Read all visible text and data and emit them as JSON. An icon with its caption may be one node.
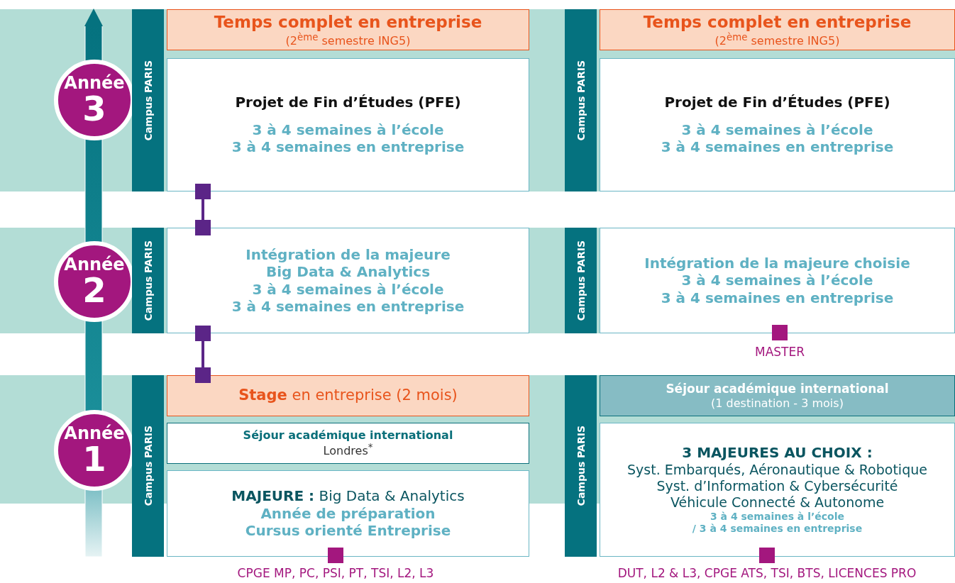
{
  "diagram": {
    "nodes": [
      {
        "text": [
          "Temps complet en entreprise",
          "(2$^{ème}$ semestre ING5)"
        ]
      },
      {
        "text": [
          "Temps complet en entreprise",
          "(2$^{ème}$ semestre ING5)"
        ]
      },
      {
        "text": [
          "Année",
          "3"
        ]
      },
      {
        "text": [
          "Campus PARIS"
        ]
      },
      {
        "text": [
          "Projet de Fin d’Études (PFE)",
          "3 à 4 semaines à l’école",
          "3 à 4 semaines en entreprise"
        ]
      },
      {
        "text": [
          "Campus PARIS"
        ]
      },
      {
        "text": [
          "Projet de Fin d’Études (PFE)",
          "3 à 4 semaines à l’école",
          "3 à 4 semaines en entreprise"
        ]
      },
      {
        "text": [
          "Année",
          "2"
        ]
      },
      {
        "text": [
          "Campus PARIS"
        ]
      },
      {
        "text": [
          "Intégration de la majeure Big Data & Analytics",
          "3 à 4 semaines à l’école",
          "3 à 4 semaines en entreprise"
        ]
      },
      {
        "text": [
          "Campus PARIS"
        ]
      },
      {
        "text": [
          "Intégration de la majeure choisie",
          "3 à 4 semaines à l’école",
          "3 à 4 semaines en entreprise"
        ]
      },
      {
        "text": [
          "**Stage** en entreprise (2 mois)"
        ]
      },
      {
        "text": [
          "Séjour académique international",
          "(1 destination - 3 mois)"
        ]
      },
      {
        "text": [
          "Année",
          "1"
        ]
      },
      {
        "text": [
          "Campus PARIS"
        ]
      },
      {
        "text": [
          "Séjour académique international",
          "Londres$^{*}$"
        ]
      },
      {
        "text": [
          "Campus PARIS"
        ]
      },
      {
        "text": [
          "**MAJEURE :** Big Data & Analytics",
          "Année de préparation",
          "Cursus orienté Entreprise"
        ]
      },
      {
        "text": [
          "3 MAJEURES AU CHOIX :",
          "Syst. Embarqués, Aéronautique & Robotique",
          "Syst. d’Information & Cybersécurité",
          "Véhicule Connecté & Autonome",
          "3 à 4 semaines à l’école",
          "/ 3 à 4 semaines en entreprise"
        ]
      }
    ],
    "edges": [
      {
        "from": 4,
        "to": 9,
        "arrow": "other"
      },
      {
        "from": 9,
        "to": 12,
        "arrow": "other"
      }
    ],
    "labels": [
      "MASTER",
      "CPGE MP, PC, PSI, PT, TSI, L2, L3",
      "DUT, L2 & L3, CPGE ATS, TSI, BTS, LICENCES PRO"
    ]
  }
}
